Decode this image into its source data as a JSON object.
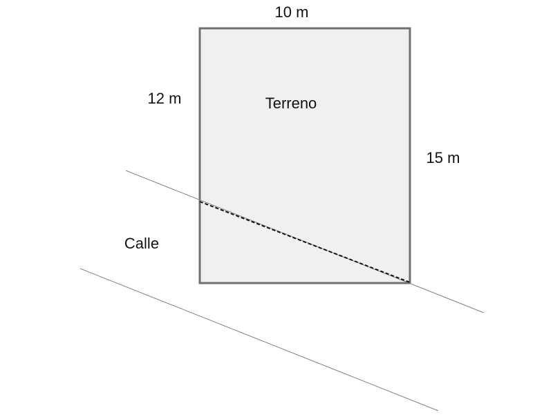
{
  "labels": {
    "top_side": "10 m",
    "left_side": "12 m",
    "right_side": "15 m",
    "lot": "Terreno",
    "street": "Calle"
  },
  "colors": {
    "lot_fill": "#f0f0f0",
    "lot_border": "#707070",
    "street_line": "#808080",
    "cut_line": "#111111",
    "text": "#111111"
  }
}
